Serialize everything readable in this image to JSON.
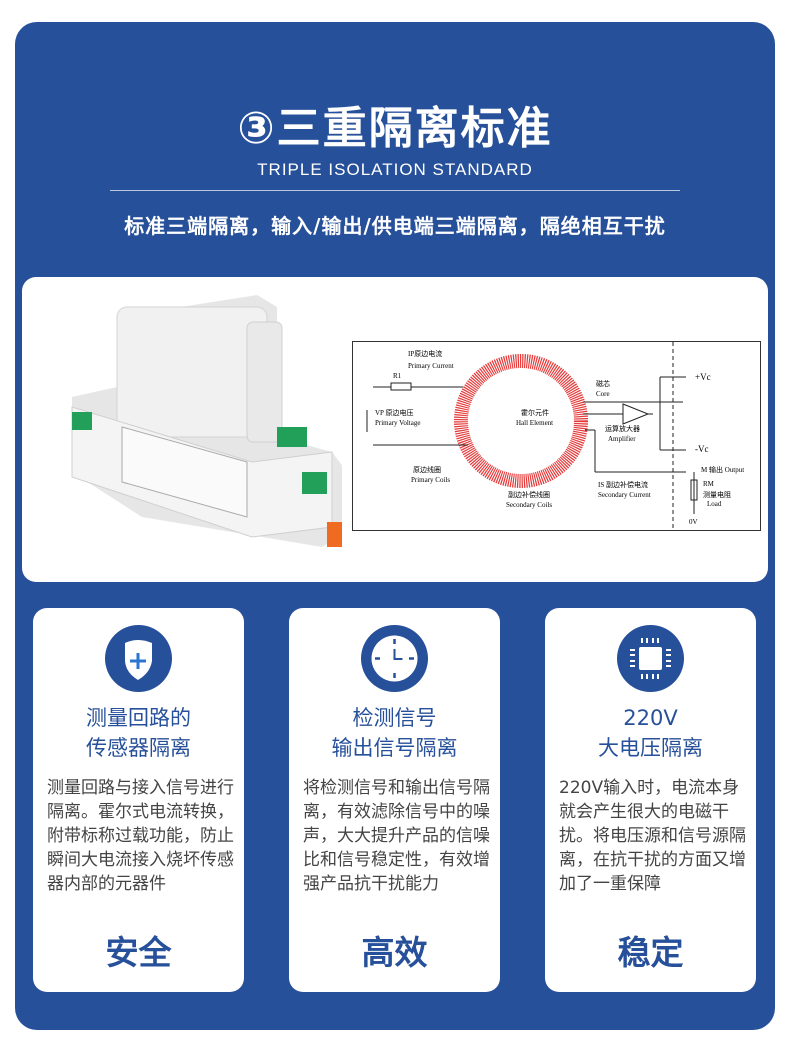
{
  "header": {
    "title": "③三重隔离标准",
    "subtitle": "TRIPLE ISOLATION STANDARD",
    "tagline": "标准三端隔离，输入/输出/供电端三端隔离，隔绝相互干扰"
  },
  "diagram": {
    "labels": {
      "ip": "IP原边电流",
      "ip_en": "Primary Current",
      "r1": "R1",
      "vp": "VP 原边电压",
      "vp_en": "Primary Voltage",
      "core": "磁芯",
      "core_en": "Core",
      "hall": "霍尔元件",
      "hall_en": "Hall Element",
      "amp": "运算放大器",
      "amp_en": "Amplifier",
      "vcp": "+Vc",
      "vcn": "-Vc",
      "m": "M 输出 Output",
      "rm": "RM",
      "rm_cn": "测量电阻",
      "rm_en": "Load",
      "pcoil": "原边线圈",
      "pcoil_en": "Primary Coils",
      "scoil": "副边补偿线圈",
      "scoil_en": "Secondary Coils",
      "is": "IS 副边补偿电流",
      "is_en": "Secondary Current",
      "ov": "0V"
    }
  },
  "cards": [
    {
      "icon": "shield-plus-icon",
      "title1": "测量回路的",
      "title2": "传感器隔离",
      "body": "测量回路与接入信号进行隔离。霍尔式电流转换，附带标称过载功能，防止瞬间大电流接入烧坏传感器内部的元器件",
      "foot": "安全"
    },
    {
      "icon": "clock-icon",
      "title1": "检测信号",
      "title2": "输出信号隔离",
      "body": "将检测信号和输出信号隔离，有效滤除信号中的噪声，大大提升产品的信噪比和信号稳定性，有效增强产品抗干扰能力",
      "foot": "高效"
    },
    {
      "icon": "chip-icon",
      "title1": "220V",
      "title2": "大电压隔离",
      "body": "220V输入时，电流本身就会产生很大的电磁干扰。将电压源和信号源隔离，在抗干扰的方面又增加了一重保障",
      "foot": "稳定"
    }
  ],
  "colors": {
    "brand": "#27509a",
    "coil": "#e53b3b"
  }
}
